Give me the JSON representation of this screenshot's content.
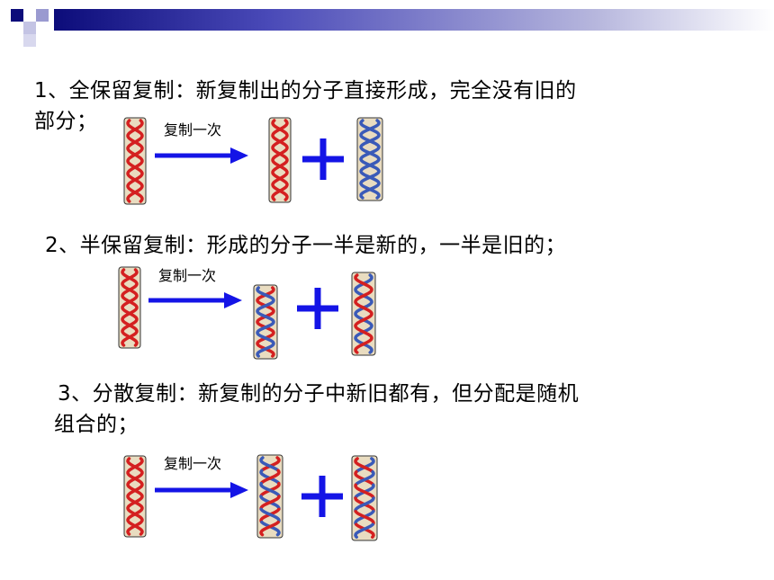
{
  "slide": {
    "items": [
      {
        "line1": "1、全保留复制：新复制出的分子直接形成，完全没有旧的",
        "line2": "部分；",
        "arrow_label": "复制一次"
      },
      {
        "line1": "2、半保留复制：形成的分子一半是新的，一半是旧的；",
        "arrow_label": "复制一次"
      },
      {
        "line1": "3、分散复制：新复制的分子中新旧都有，但分配是随机",
        "line2": "组合的；",
        "arrow_label": "复制一次"
      }
    ]
  },
  "colors": {
    "arrow": "#1414e6",
    "plus": "#1414e6",
    "strand_old": "#d42020",
    "strand_new": "#3a5ab8",
    "bar_accent": "#0c0c7a"
  }
}
